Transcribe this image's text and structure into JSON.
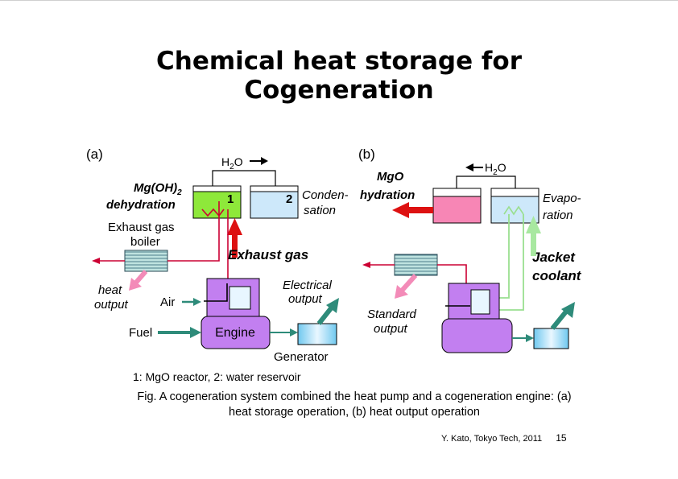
{
  "slide": {
    "title_line1": "Chemical heat storage for",
    "title_line2": "Cogeneration",
    "legend": "1: MgO reactor, 2: water reservoir",
    "caption_line1": "Fig.  A cogeneration system combined the heat pump and a cogeneration engine: (a)",
    "caption_line2": "heat storage operation, (b) heat output operation",
    "footer_credit": "Y. Kato, Tokyo Tech, 2011",
    "page_number": "15"
  },
  "panel_a": {
    "label": "(a)",
    "h2o": "H",
    "h2o_sub": "2",
    "h2o_end": "O",
    "reaction_l1": "Mg(OH)",
    "reaction_sub": "2",
    "reaction_l2": "dehydration",
    "reactor_num": "1",
    "reservoir_num": "2",
    "cond_l1": "Conden-",
    "cond_l2": "sation",
    "boiler_l1": "Exhaust gas",
    "boiler_l2": "boiler",
    "exhaust": "Exhaust gas",
    "heat_l1": "heat",
    "heat_l2": "output",
    "air": "Air",
    "fuel": "Fuel",
    "engine": "Engine",
    "elec_l1": "Electrical",
    "elec_l2": "output",
    "generator": "Generator"
  },
  "panel_b": {
    "label": "(b)",
    "h2o": "H",
    "h2o_sub": "2",
    "h2o_end": "O",
    "reaction_l1": "MgO",
    "reaction_l2": "hydration",
    "evap_l1": "Evapo-",
    "evap_l2": "ration",
    "jacket_l1": "Jacket",
    "jacket_l2": "coolant",
    "std_l1": "Standard",
    "std_l2": "output"
  },
  "colors": {
    "green_reactor": "#8ee83a",
    "pink_reactor": "#f786b5",
    "light_blue": "#cde8fa",
    "engine_purple": "#c27ff0",
    "pipe_red": "#cc0033",
    "exhaust_red": "#dd1111",
    "teal_arrow": "#2e8b7a",
    "heat_pink": "#f38bb8",
    "coolant_green": "#a8e8a0"
  },
  "icons": [
    "right-arrow-icon",
    "left-arrow-icon",
    "heat-exchanger-coil-icon"
  ]
}
